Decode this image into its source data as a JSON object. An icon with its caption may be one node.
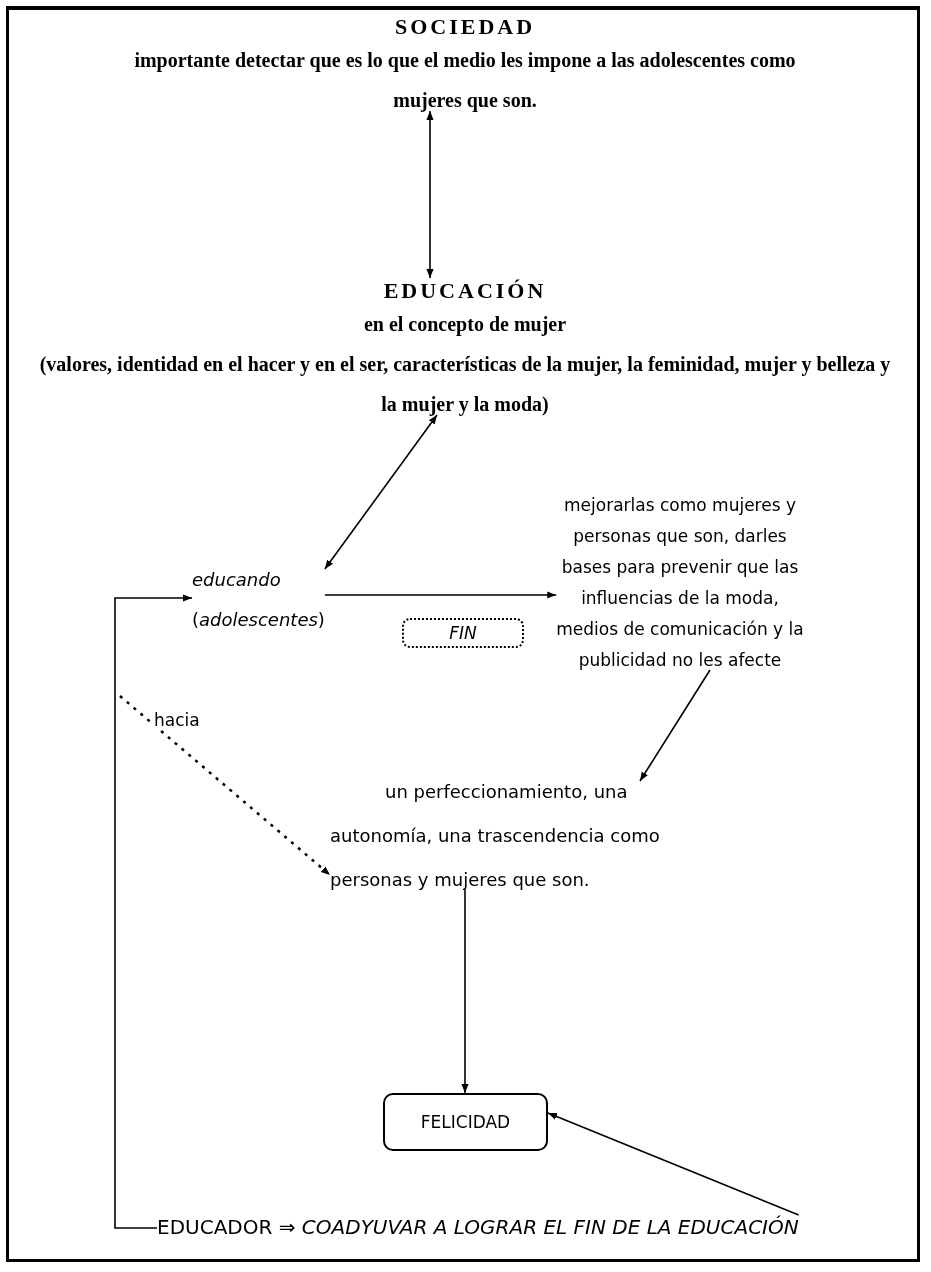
{
  "diagram": {
    "nodes": [
      {
        "text": [
          "SOCIEDAD",
          "importante detectar que es lo que el medio les impone a las adolescentes como mujeres que son."
        ]
      },
      {
        "text": [
          "EDUCACIÓN",
          "en el concepto de mujer",
          "(valores, identidad en el hacer y en el ser, características de la mujer, la feminidad, mujer y belleza y la mujer y la moda)"
        ]
      },
      {
        "text": [
          "educando",
          "(*adolescentes*)"
        ]
      },
      {
        "text": [
          "mejorarlas como mujeres y personas que son, darles bases para prevenir que las influencias de la moda, medios de comunicación y la publicidad no les afecte"
        ]
      },
      {
        "text": [
          "un perfeccionamiento, una autonomía, una trascendencia como personas y mujeres que son."
        ]
      },
      {
        "text": [
          "FELICIDAD"
        ]
      },
      {
        "text": [
          "EDUCADOR ⇒ *COADYUVAR A LOGRAR EL FIN DE LA EDUCACIÓN*"
        ]
      }
    ],
    "edges": [
      {
        "from": 0,
        "to": 1,
        "arrow": "both"
      },
      {
        "from": 1,
        "to": 2,
        "arrow": "both"
      },
      {
        "from": 2,
        "to": 3,
        "arrow": "to",
        "label": "FIN"
      },
      {
        "from": 3,
        "to": 4,
        "arrow": "to"
      },
      {
        "from": 4,
        "to": 5,
        "arrow": "to"
      },
      {
        "from": 6,
        "to": 5,
        "arrow": "to"
      },
      {
        "from": 6,
        "to": 2,
        "arrow": "to"
      },
      {
        "from": null,
        "to": 4,
        "arrow": "to",
        "style": "dashed",
        "label": "hacia"
      }
    ]
  }
}
